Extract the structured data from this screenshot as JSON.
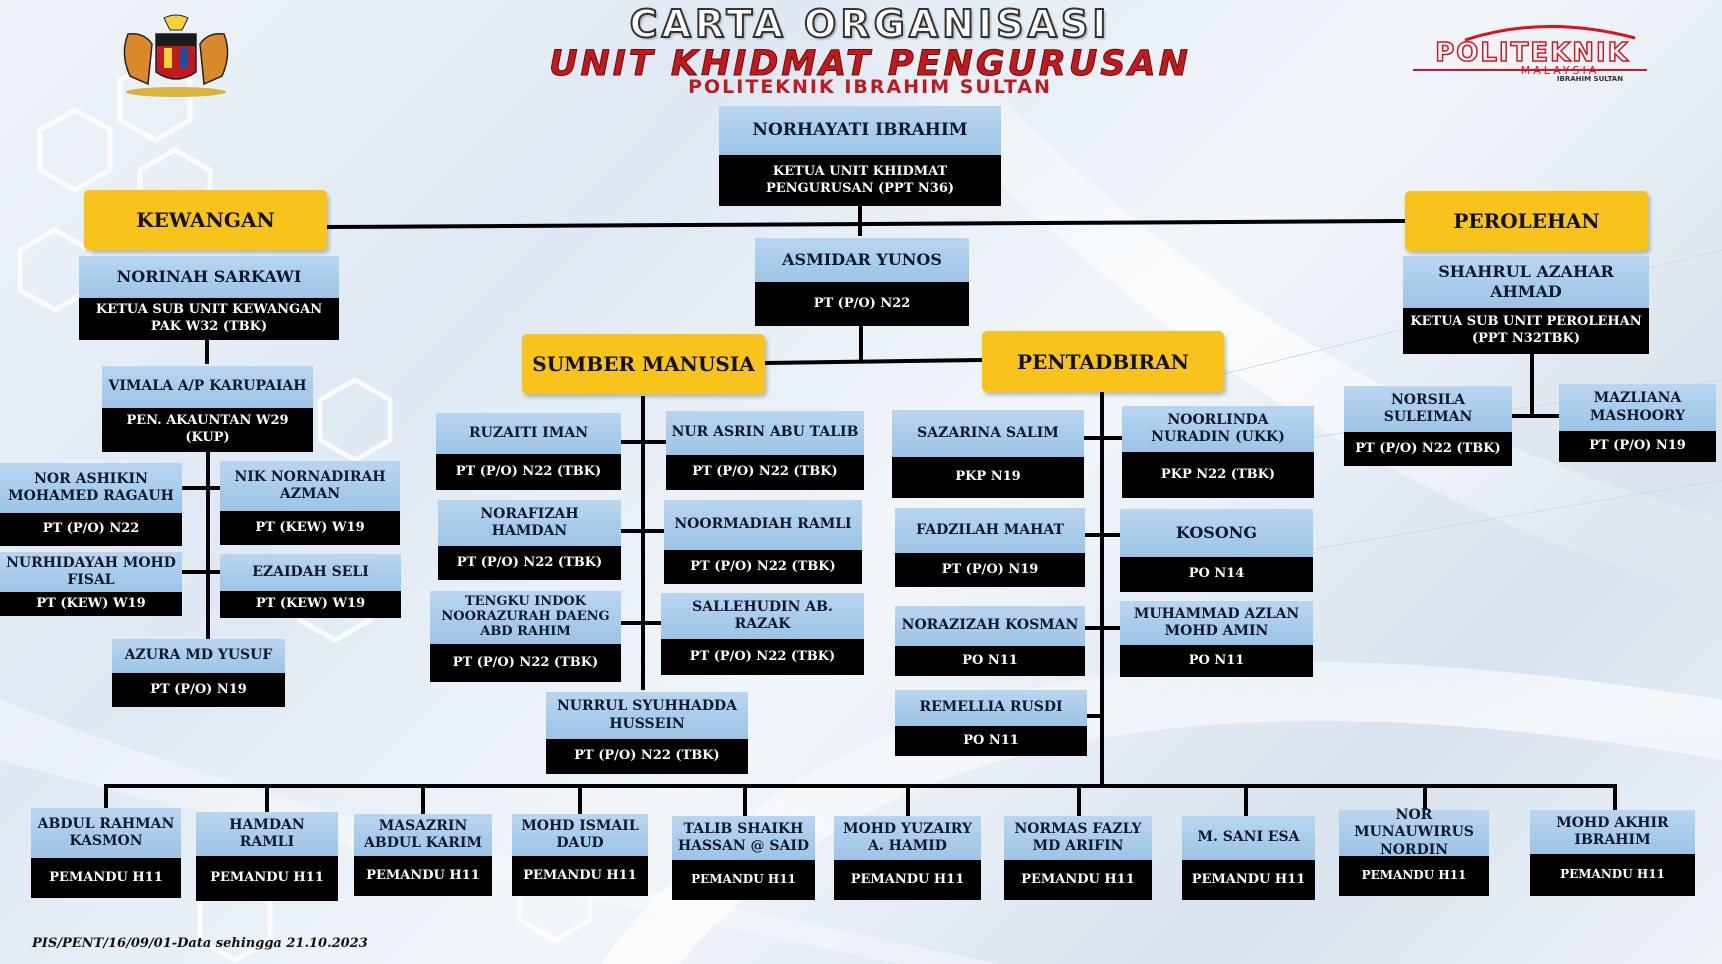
{
  "header": {
    "title": "CARTA ORGANISASI",
    "subtitle": "UNIT KHIDMAT PENGURUSAN",
    "institution": "POLITEKNIK IBRAHIM SULTAN"
  },
  "logo": {
    "text": "POLITEKNIK",
    "sub": "MALAYSIA",
    "sub2": "IBRAHIM SULTAN"
  },
  "departments": {
    "kewangan": "KEWANGAN",
    "perolehan": "PEROLEHAN",
    "sumber_manusia": "SUMBER MANUSIA",
    "pentadbiran": "PENTADBIRAN"
  },
  "head": {
    "name": "NORHAYATI IBRAHIM",
    "position": "KETUA UNIT KHIDMAT PENGURUSAN (PPT N36)"
  },
  "asmidar": {
    "name": "ASMIDAR YUNOS",
    "position": "PT (P/O) N22"
  },
  "kewangan": {
    "norinah": {
      "name": "NORINAH SARKAWI",
      "position": "KETUA SUB UNIT KEWANGAN PAK W32 (TBK)"
    },
    "vimala": {
      "name": "VIMALA A/P KARUPAIAH",
      "position": "PEN. AKAUNTAN W29 (KUP)"
    },
    "nor_ashikin": {
      "name": "NOR ASHIKIN MOHAMED RAGAUH",
      "position": "PT  (P/O)  N22"
    },
    "nik": {
      "name": "NIK NORNADIRAH AZMAN",
      "position": "PT  (KEW)  W19"
    },
    "nurhidayah": {
      "name": "NURHIDAYAH MOHD FISAL",
      "position": "PT  (KEW)  W19"
    },
    "ezaidah": {
      "name": "EZAIDAH SELI",
      "position": "PT  (KEW)  W19"
    },
    "azura": {
      "name": "AZURA MD YUSUF",
      "position": "PT  (P/O)   N19"
    }
  },
  "perolehan": {
    "shahrul": {
      "name": "SHAHRUL AZAHAR AHMAD",
      "position": "KETUA SUB UNIT PEROLEHAN (PPT N32TBK)"
    },
    "norsila": {
      "name": "NORSILA SULEIMAN",
      "position": "PT (P/O) N22 (TBK)"
    },
    "mazliana": {
      "name": "MAZLIANA MASHOORY",
      "position": "PT (P/O) N19"
    }
  },
  "sumber_manusia": {
    "ruzaiti": {
      "name": "RUZAITI IMAN",
      "position": "PT (P/O) N22 (TBK)"
    },
    "nur_asrin": {
      "name": "NUR ASRIN ABU TALIB",
      "position": "PT (P/O) N22 (TBK)"
    },
    "norafizah": {
      "name": "NORAFIZAH HAMDAN",
      "position": "PT  (P/O)  N22 (TBK)"
    },
    "noormadiah": {
      "name": "NOORMADIAH  RAMLI",
      "position": "PT  (P/O)  N22 (TBK)"
    },
    "tengku": {
      "name": "TENGKU INDOK NOORAZURAH DAENG  ABD RAHIM",
      "position": "PT  (P/O)  N22 (TBK)"
    },
    "sallehudin": {
      "name": "SALLEHUDIN AB. RAZAK",
      "position": "PT  (P/O)  N22 (TBK)"
    },
    "nurrul": {
      "name": "NURRUL SYUHHADDA HUSSEIN",
      "position": "PT (P/O) N22 (TBK)"
    }
  },
  "pentadbiran": {
    "sazarina": {
      "name": "SAZARINA SALIM",
      "position": "PKP N19"
    },
    "noorlinda": {
      "name": "NOORLINDA NURADIN (UKK)",
      "position": "PKP N22 (TBK)"
    },
    "fadzilah": {
      "name": "FADZILAH MAHAT",
      "position": "PT  (P/O)   N19"
    },
    "kosong": {
      "name": "KOSONG",
      "position": "PO N14"
    },
    "norazizah": {
      "name": "NORAZIZAH  KOSMAN",
      "position": "PO  N11"
    },
    "azlan": {
      "name": "MUHAMMAD AZLAN MOHD AMIN",
      "position": "PO  N11"
    },
    "remellia": {
      "name": "REMELLIA RUSDI",
      "position": "PO  N11"
    }
  },
  "drivers": [
    {
      "name": "ABDUL RAHMAN KASMON",
      "position": "PEMANDU H11"
    },
    {
      "name": "HAMDAN RAMLI",
      "position": "PEMANDU H11"
    },
    {
      "name": "MASAZRIN ABDUL KARIM",
      "position": "PEMANDU H11"
    },
    {
      "name": "MOHD ISMAIL DAUD",
      "position": "PEMANDU H11"
    },
    {
      "name": "TALIB  SHAIKH HASSAN @ SAID",
      "position": "PEMANDU H11"
    },
    {
      "name": "MOHD YUZAIRY A. HAMID",
      "position": "PEMANDU H11"
    },
    {
      "name": "NORMAS FAZLY MD ARIFIN",
      "position": "PEMANDU H11"
    },
    {
      "name": "M. SANI ESA",
      "position": "PEMANDU H11"
    },
    {
      "name": "NOR MUNAUWIRUS NORDIN",
      "position": "PEMANDU H11"
    },
    {
      "name": "MOHD AKHIR IBRAHIM",
      "position": "PEMANDU H11"
    }
  ],
  "footer": "PIS/PENT/16/09/01-Data sehingga  21.10.2023"
}
